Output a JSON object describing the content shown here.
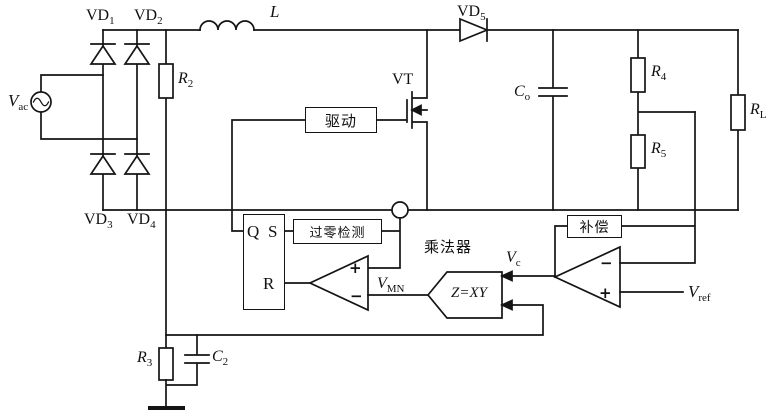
{
  "components": {
    "vd1": {
      "base": "VD",
      "sub": "1"
    },
    "vd2": {
      "base": "VD",
      "sub": "2"
    },
    "vd3": {
      "base": "VD",
      "sub": "3"
    },
    "vd4": {
      "base": "VD",
      "sub": "4"
    },
    "vd5": {
      "base": "VD",
      "sub": "5"
    },
    "vac": {
      "base": "V",
      "sub": "ac"
    },
    "inductor": {
      "base": "L"
    },
    "r2": {
      "base": "R",
      "sub": "2"
    },
    "r3": {
      "base": "R",
      "sub": "3"
    },
    "r4": {
      "base": "R",
      "sub": "4"
    },
    "r5": {
      "base": "R",
      "sub": "5"
    },
    "rl": {
      "base": "R",
      "sub": "L"
    },
    "c2": {
      "base": "C",
      "sub": "2"
    },
    "co": {
      "base": "C",
      "sub": "o"
    },
    "vt": {
      "base": "VT"
    },
    "vc": {
      "base": "V",
      "sub": "c"
    },
    "vmn": {
      "base": "V",
      "sub": "MN"
    },
    "vref": {
      "base": "V",
      "sub": "ref"
    }
  },
  "blocks": {
    "drive": "驱动",
    "zero_cross_detect": "过零检测",
    "compensation": "补偿",
    "multiplier_name": "乘法器",
    "multiplier_formula": "Z=XY"
  },
  "flip_flop": {
    "q": "Q",
    "s": "S",
    "r": "R"
  },
  "signs": {
    "plus": "+",
    "minus": "−"
  }
}
